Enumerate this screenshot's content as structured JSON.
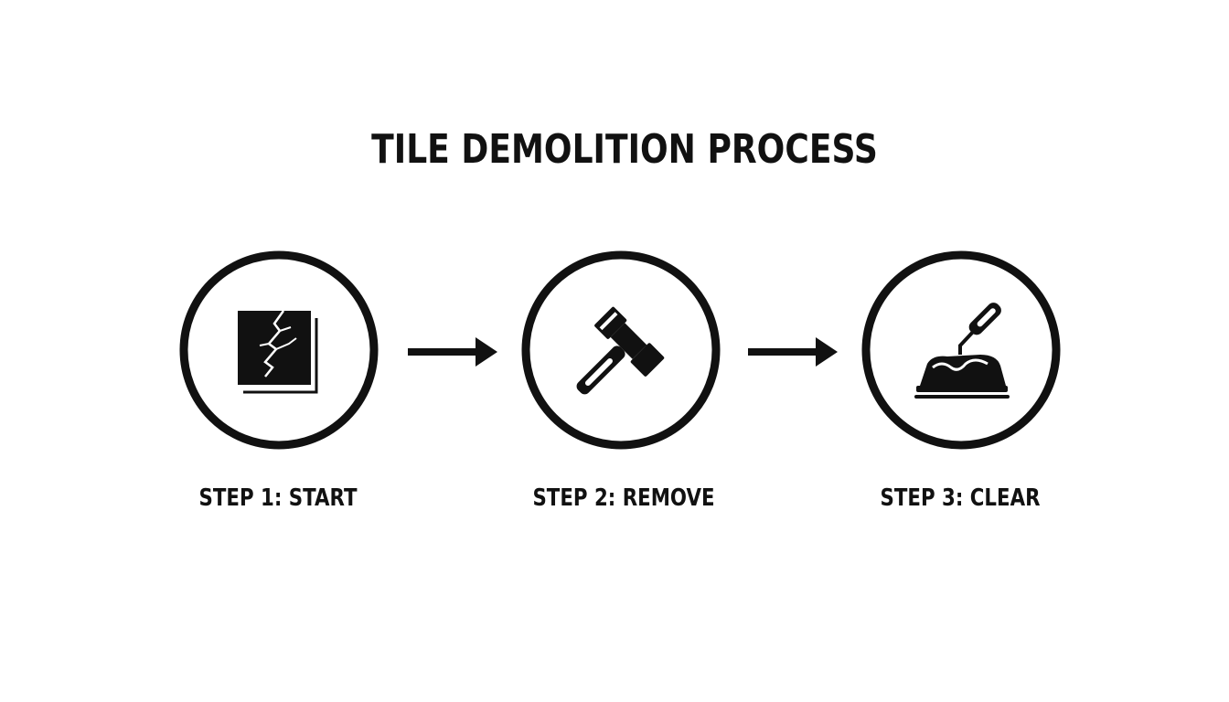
{
  "title": "TILE DEMOLITION PROCESS",
  "steps": [
    {
      "label": "STEP 1: START",
      "icon": "cracked-tile-icon"
    },
    {
      "label": "STEP 2: REMOVE",
      "icon": "hammer-icon"
    },
    {
      "label": "STEP 3: CLEAR",
      "icon": "trowel-scraper-icon"
    }
  ],
  "colors": {
    "foreground": "#111111",
    "background": "#ffffff"
  }
}
